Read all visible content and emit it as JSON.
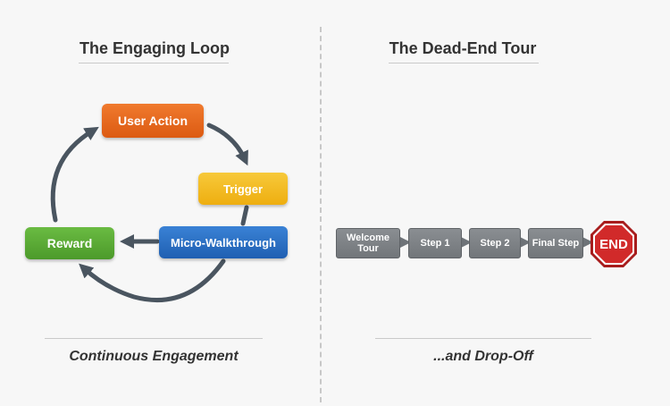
{
  "left": {
    "title": "The Engaging Loop",
    "nodes": {
      "user_action": "User Action",
      "trigger": "Trigger",
      "micro_walkthrough": "Micro-Walkthrough",
      "reward": "Reward"
    },
    "footer": "Continuous Engagement"
  },
  "right": {
    "title": "The Dead-End Tour",
    "steps": [
      "Welcome Tour",
      "Step 1",
      "Step 2",
      "Final Step"
    ],
    "end_label": "END",
    "footer": "...and Drop-Off"
  },
  "colors": {
    "user_action": "#e8661c",
    "trigger": "#f2b81e",
    "micro_walkthrough": "#2a6fc4",
    "reward": "#5aaa35",
    "step": "#7d8185",
    "end": "#d12a2a",
    "arrow": "#4a5560"
  }
}
